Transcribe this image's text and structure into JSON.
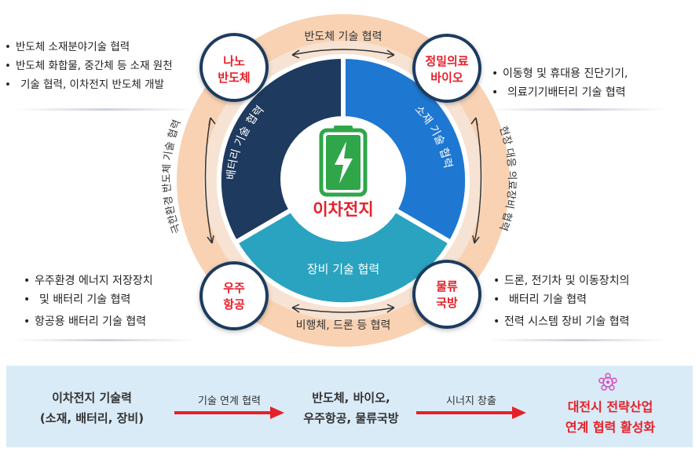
{
  "center": {
    "label": "이차전지"
  },
  "nodes": {
    "top_left": {
      "line1": "나노",
      "line2": "반도체"
    },
    "top_right": {
      "line1": "정밀의료",
      "line2": "바이오"
    },
    "bottom_left": {
      "line1": "우주",
      "line2": "항공"
    },
    "bottom_right": {
      "line1": "물류",
      "line2": "국방"
    }
  },
  "segments": {
    "left": "배터리 기술 협력",
    "right": "소재 기술 협력",
    "bottom": "장비 기술 협력"
  },
  "ring_labels": {
    "top": "반도체 기술 협력",
    "right": "현장 대응 의료장비 협력",
    "bottom": "비행체, 드론 등 협력",
    "left": "극한환경 반도체 기술 협력"
  },
  "bullets": {
    "top_left": [
      "반도체 소재분야기술 협력",
      "반도체 화합물, 중간체 등 소재 원천",
      "기술 협력, 이차전지 반도체 개발"
    ],
    "top_right": [
      "이동형 및 휴대용 진단기기,",
      "의료기기배터리 기술 협력"
    ],
    "bottom_left": [
      "우주환경 에너지 저장장치",
      "및 배터리 기술 협력",
      "항공용 배터리 기술 협력"
    ],
    "bottom_right": [
      "드론, 전기차 및 이동장치의",
      "배터리 기술 협력",
      "전력 시스템 장비 기술 협력"
    ]
  },
  "bottom_flow": {
    "step1_line1": "이차전지 기술력",
    "step1_line2": "(소재, 배터리, 장비)",
    "arrow1_label": "기술 연계 협력",
    "step2_line1": "반도체, 바이오,",
    "step2_line2": "우주항공, 물류국방",
    "arrow2_label": "시너지 창출",
    "step3_line1": "대전시 전략산업",
    "step3_line2": "연계 협력 활성화"
  },
  "colors": {
    "ring": "#f8d2b3",
    "segment_left": "#1f3a5f",
    "segment_right": "#1e78d2",
    "segment_bottom": "#2aa3c0",
    "accent_red": "#e5202a",
    "battery_green": "#2fa64a"
  }
}
